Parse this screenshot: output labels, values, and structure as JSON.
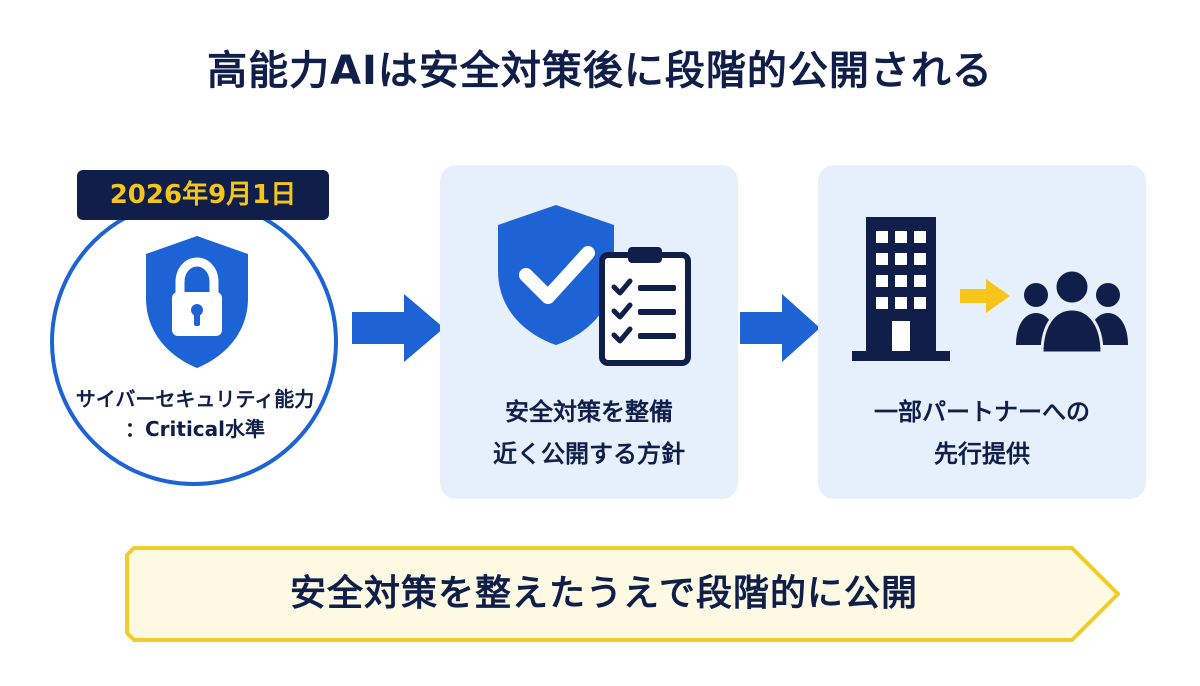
{
  "title": "高能力AIは安全対策後に段階的公開される",
  "steps": [
    {
      "badge": "2026年9月1日",
      "line1": "サイバーセキュリティ能力",
      "line2": "：Critical水準",
      "icon": "shield-lock-icon"
    },
    {
      "line1": "安全対策を整備",
      "line2": "近く公開する方針",
      "icons": [
        "shield-check-icon",
        "clipboard-checklist-icon"
      ]
    },
    {
      "line1": "一部パートナーへの",
      "line2": "先行提供",
      "icons": [
        "building-icon",
        "arrow-right-icon",
        "people-group-icon"
      ]
    }
  ],
  "banner": {
    "text": "安全対策を整えたうえで段階的に公開"
  },
  "colors": {
    "navy": "#0f1f4a",
    "blue": "#1d63d6",
    "panel_bg": "#e6f0fc",
    "yellow": "#f7c51a",
    "banner_bg": "#fdf9e3",
    "banner_border": "#f3cc2a"
  }
}
